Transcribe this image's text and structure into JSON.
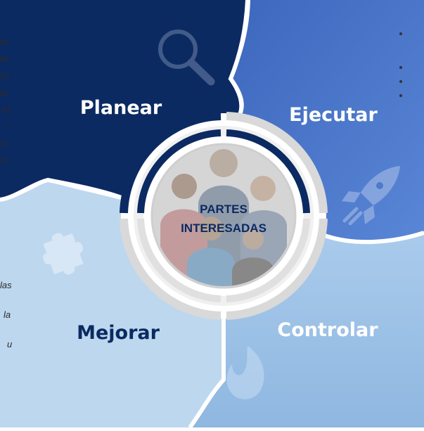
{
  "diagram": {
    "center_label_line1": "PARTES",
    "center_label_line2": "INTERESADAS",
    "segments": [
      {
        "key": "planear",
        "label": "Planear",
        "color": "#0b2a62",
        "icon": "magnifier-icon"
      },
      {
        "key": "ejecutar",
        "label": "Ejecutar",
        "color": "#4472c4",
        "icon": "rocket-icon"
      },
      {
        "key": "controlar",
        "label": "Controlar",
        "color": "#9dc3e6",
        "icon": "flame-icon"
      },
      {
        "key": "mejorar",
        "label": "Mejorar",
        "color": "#bdd7ee",
        "icon": "puzzle-icon"
      }
    ],
    "colors": {
      "mejorar_label": "#0b2a62",
      "ring_dark": "#0b2a62",
      "ring_light": "#ffffff",
      "center_fill": "#d7d7d7"
    }
  },
  "side_fragments": {
    "left": [
      "de",
      "de",
      "on",
      "as",
      "el",
      "–",
      "ra",
      "os",
      "las",
      "la",
      "u"
    ]
  }
}
